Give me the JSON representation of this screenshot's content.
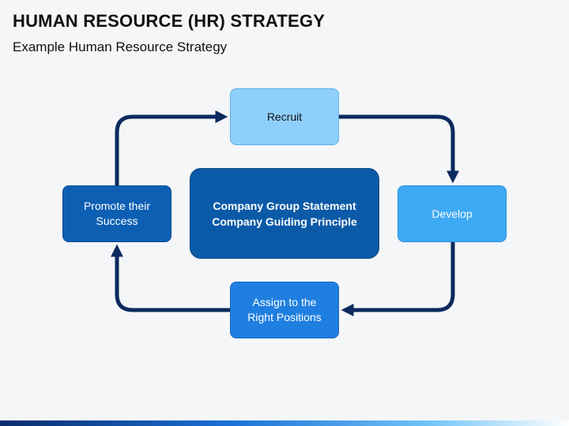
{
  "header": {
    "title": "HUMAN RESOURCE (HR) STRATEGY",
    "subtitle": "Example Human Resource Strategy"
  },
  "diagram": {
    "center": "Company Group Statement\nCompany Guiding Principle",
    "steps": {
      "recruit": "Recruit",
      "develop": "Develop",
      "assign": "Assign to the\nRight Positions",
      "promote": "Promote their\nSuccess"
    },
    "colors": {
      "arrow": "#0b2a5e",
      "recruit": "#8fd0fb",
      "develop": "#3ea9f5",
      "assign": "#1f7fe0",
      "promote": "#0d5fb4",
      "center": "#0b5aa8"
    }
  }
}
